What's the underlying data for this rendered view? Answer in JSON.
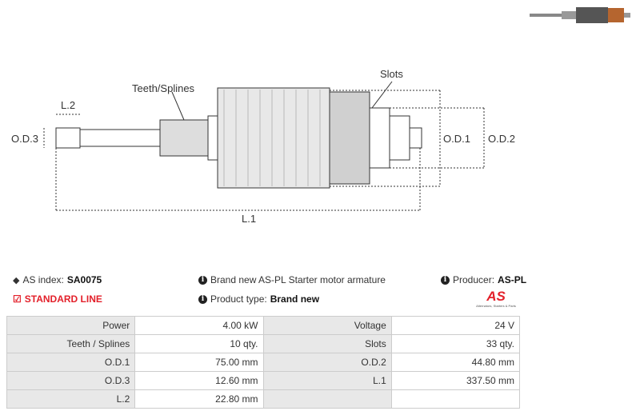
{
  "diagram": {
    "labels": {
      "teeth": "Teeth/Splines",
      "slots": "Slots",
      "od1": "O.D.1",
      "od2": "O.D.2",
      "od3": "O.D.3",
      "l1": "L.1",
      "l2": "L.2"
    }
  },
  "info": {
    "index_label": "AS index:",
    "index_value": "SA0075",
    "line": "STANDARD LINE",
    "description": "Brand new AS-PL Starter motor armature",
    "type_label": "Product type:",
    "type_value": "Brand new",
    "producer_label": "Producer:",
    "producer_value": "AS-PL",
    "logo_text": "AS",
    "logo_tagline": "Alternators, Starters & Parts"
  },
  "specs": [
    [
      "Power",
      "4.00 kW",
      "Voltage",
      "24 V"
    ],
    [
      "Teeth / Splines",
      "10 qty.",
      "Slots",
      "33 qty."
    ],
    [
      "O.D.1",
      "75.00 mm",
      "O.D.2",
      "44.80 mm"
    ],
    [
      "O.D.3",
      "12.60 mm",
      "L.1",
      "337.50 mm"
    ],
    [
      "L.2",
      "22.80 mm",
      "",
      ""
    ]
  ],
  "colors": {
    "accent": "#e3202a",
    "label_bg": "#e8e8e8"
  }
}
